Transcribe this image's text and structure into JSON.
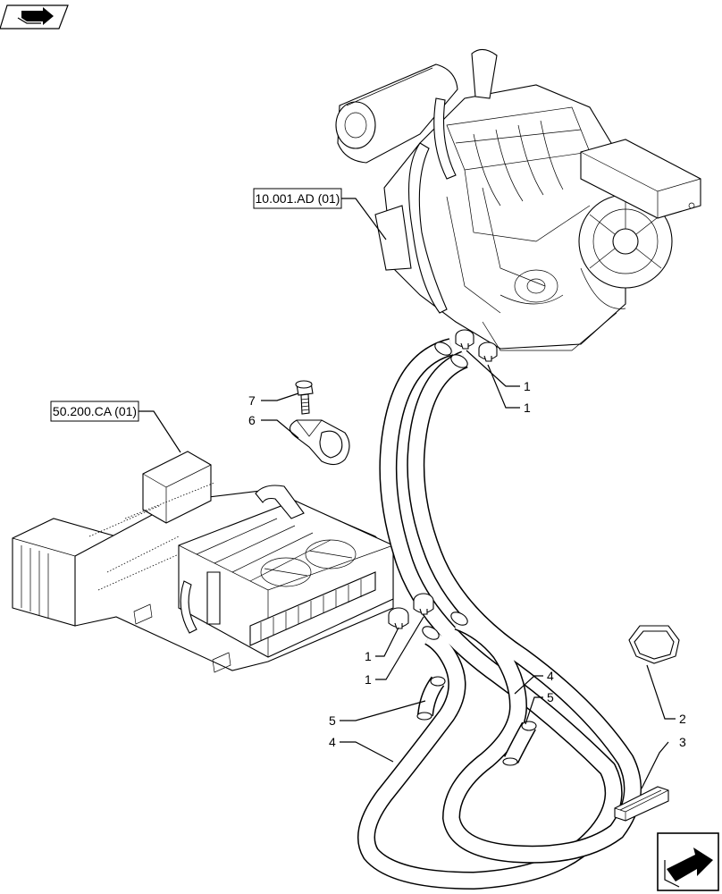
{
  "reference_labels": {
    "engine": "10.001.AD (01)",
    "hvac_unit": "50.200.CA (01)"
  },
  "callouts": {
    "c1a": "1",
    "c1b": "1",
    "c1c": "1",
    "c1d": "1",
    "c2": "2",
    "c3": "3",
    "c4a": "4",
    "c4b": "4",
    "c5a": "5",
    "c5b": "5",
    "c6": "6",
    "c7": "7"
  },
  "icons": {
    "top_left": "book-arrow-icon",
    "bottom_right": "next-page-arrow-icon"
  }
}
